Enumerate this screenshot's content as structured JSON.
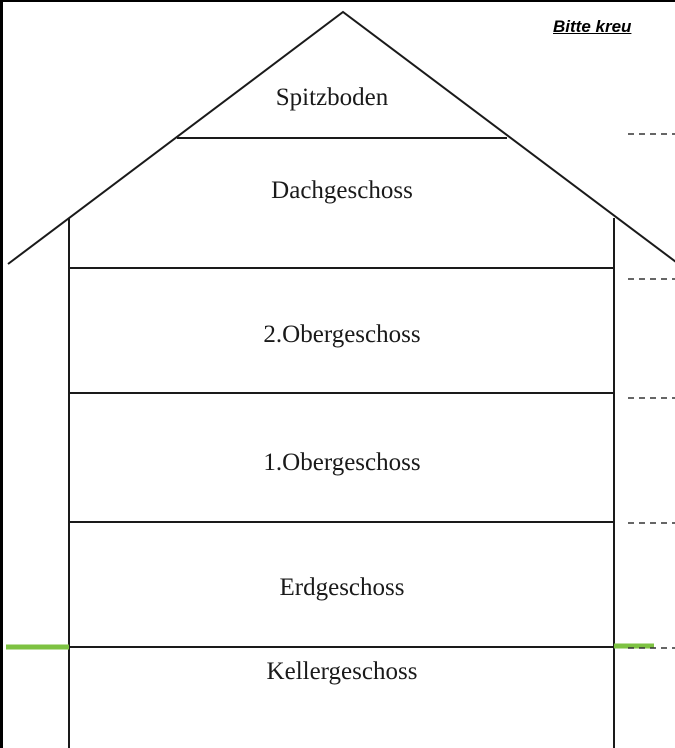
{
  "instruction_text": "Bitte kreu",
  "floors": [
    {
      "id": "spitzboden",
      "label": "Spitzboden"
    },
    {
      "id": "dachgeschoss",
      "label": "Dachgeschoss"
    },
    {
      "id": "2-obergeschoss",
      "label": "2.Obergeschoss"
    },
    {
      "id": "1-obergeschoss",
      "label": "1.Obergeschoss"
    },
    {
      "id": "erdgeschoss",
      "label": "Erdgeschoss"
    },
    {
      "id": "kellergeschoss",
      "label": "Kellergeschoss"
    }
  ],
  "colors": {
    "ground_line": "#7dc242",
    "lines": "#1a1a1a"
  }
}
